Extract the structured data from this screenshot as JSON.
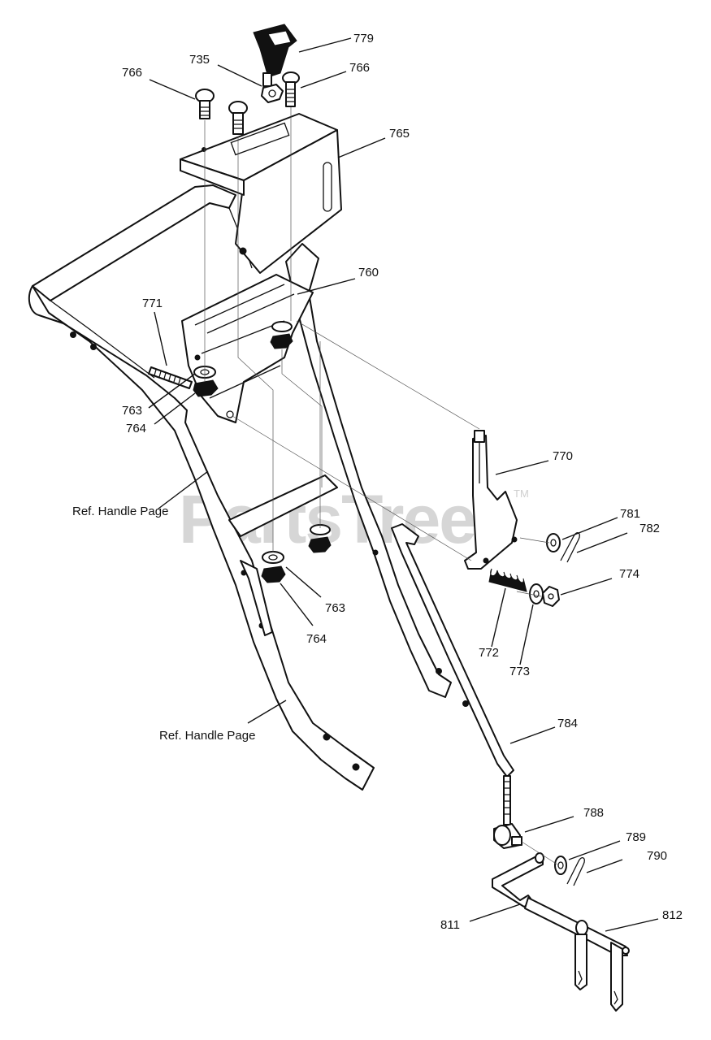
{
  "watermark": {
    "text": "PartsTree",
    "trademark": "TM"
  },
  "callouts": {
    "c779": "779",
    "c735": "735",
    "c766a": "766",
    "c766b": "766",
    "c765": "765",
    "c760": "760",
    "c771": "771",
    "c763a": "763",
    "c764a": "764",
    "c770": "770",
    "c781": "781",
    "c782": "782",
    "c774": "774",
    "c763b": "763",
    "c764b": "764",
    "c772": "772",
    "c773": "773",
    "c784": "784",
    "c788": "788",
    "c789": "789",
    "c790": "790",
    "c811": "811",
    "c812": "812"
  },
  "references": {
    "handle_upper": "Ref. Handle Page",
    "handle_lower": "Ref. Handle Page"
  }
}
